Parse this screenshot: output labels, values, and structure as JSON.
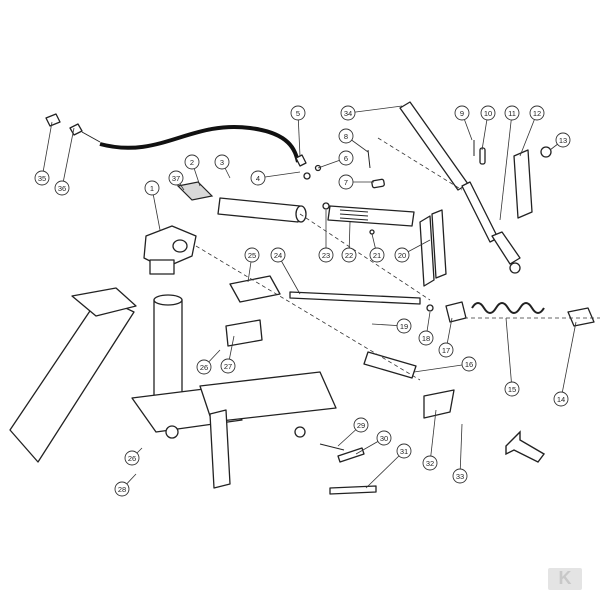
{
  "diagram": {
    "callouts": [
      "1",
      "2",
      "3",
      "4",
      "5",
      "6",
      "7",
      "8",
      "9",
      "10",
      "11",
      "12",
      "13",
      "14",
      "15",
      "16",
      "17",
      "18",
      "19",
      "20",
      "21",
      "22",
      "23",
      "24",
      "25",
      "26",
      "27",
      "28",
      "29",
      "30",
      "31",
      "32",
      "33",
      "34",
      "35",
      "36",
      "37",
      "26"
    ]
  },
  "brand": {
    "logo_text": "K",
    "accent": "#d6d6d6"
  },
  "arrow": {
    "icon": "direction-arrow-icon"
  }
}
